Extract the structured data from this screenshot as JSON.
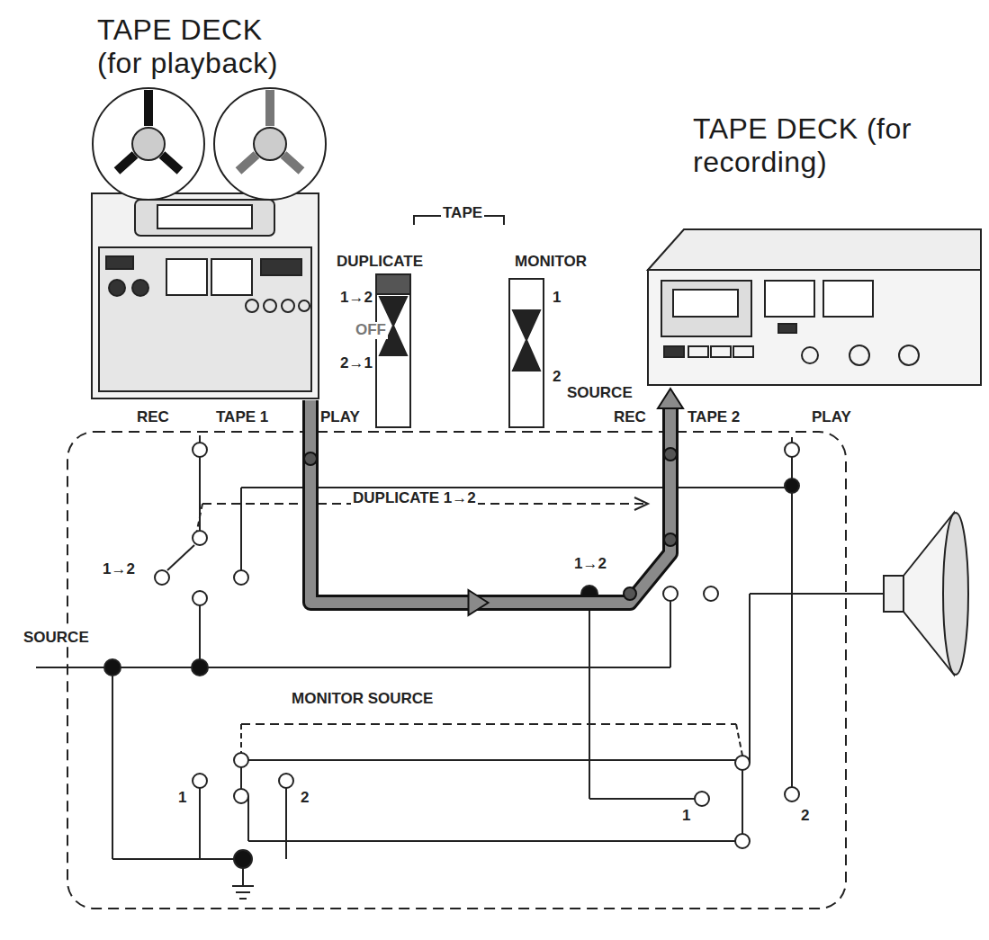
{
  "diagram": {
    "nodes": [
      {
        "text": [
          "TAPE DECK (for playback)"
        ]
      },
      {
        "text": [
          "TAPE DECK (for recording)"
        ]
      }
    ],
    "edges": [
      {
        "from": 0,
        "to": 1,
        "arrow": "to"
      }
    ],
    "labels": [
      "TAPE",
      "DUPLICATE",
      "MONITOR",
      "1→2",
      "OFF",
      "2→1",
      "1",
      "2",
      "SOURCE",
      "REC",
      "TAPE 1",
      "PLAY",
      "REC",
      "TAPE 2",
      "PLAY",
      "DUPLICATE 1→2",
      "1→2",
      "1→2",
      "SOURCE",
      "MONITOR SOURCE",
      "1",
      "2",
      "1",
      "2"
    ]
  }
}
